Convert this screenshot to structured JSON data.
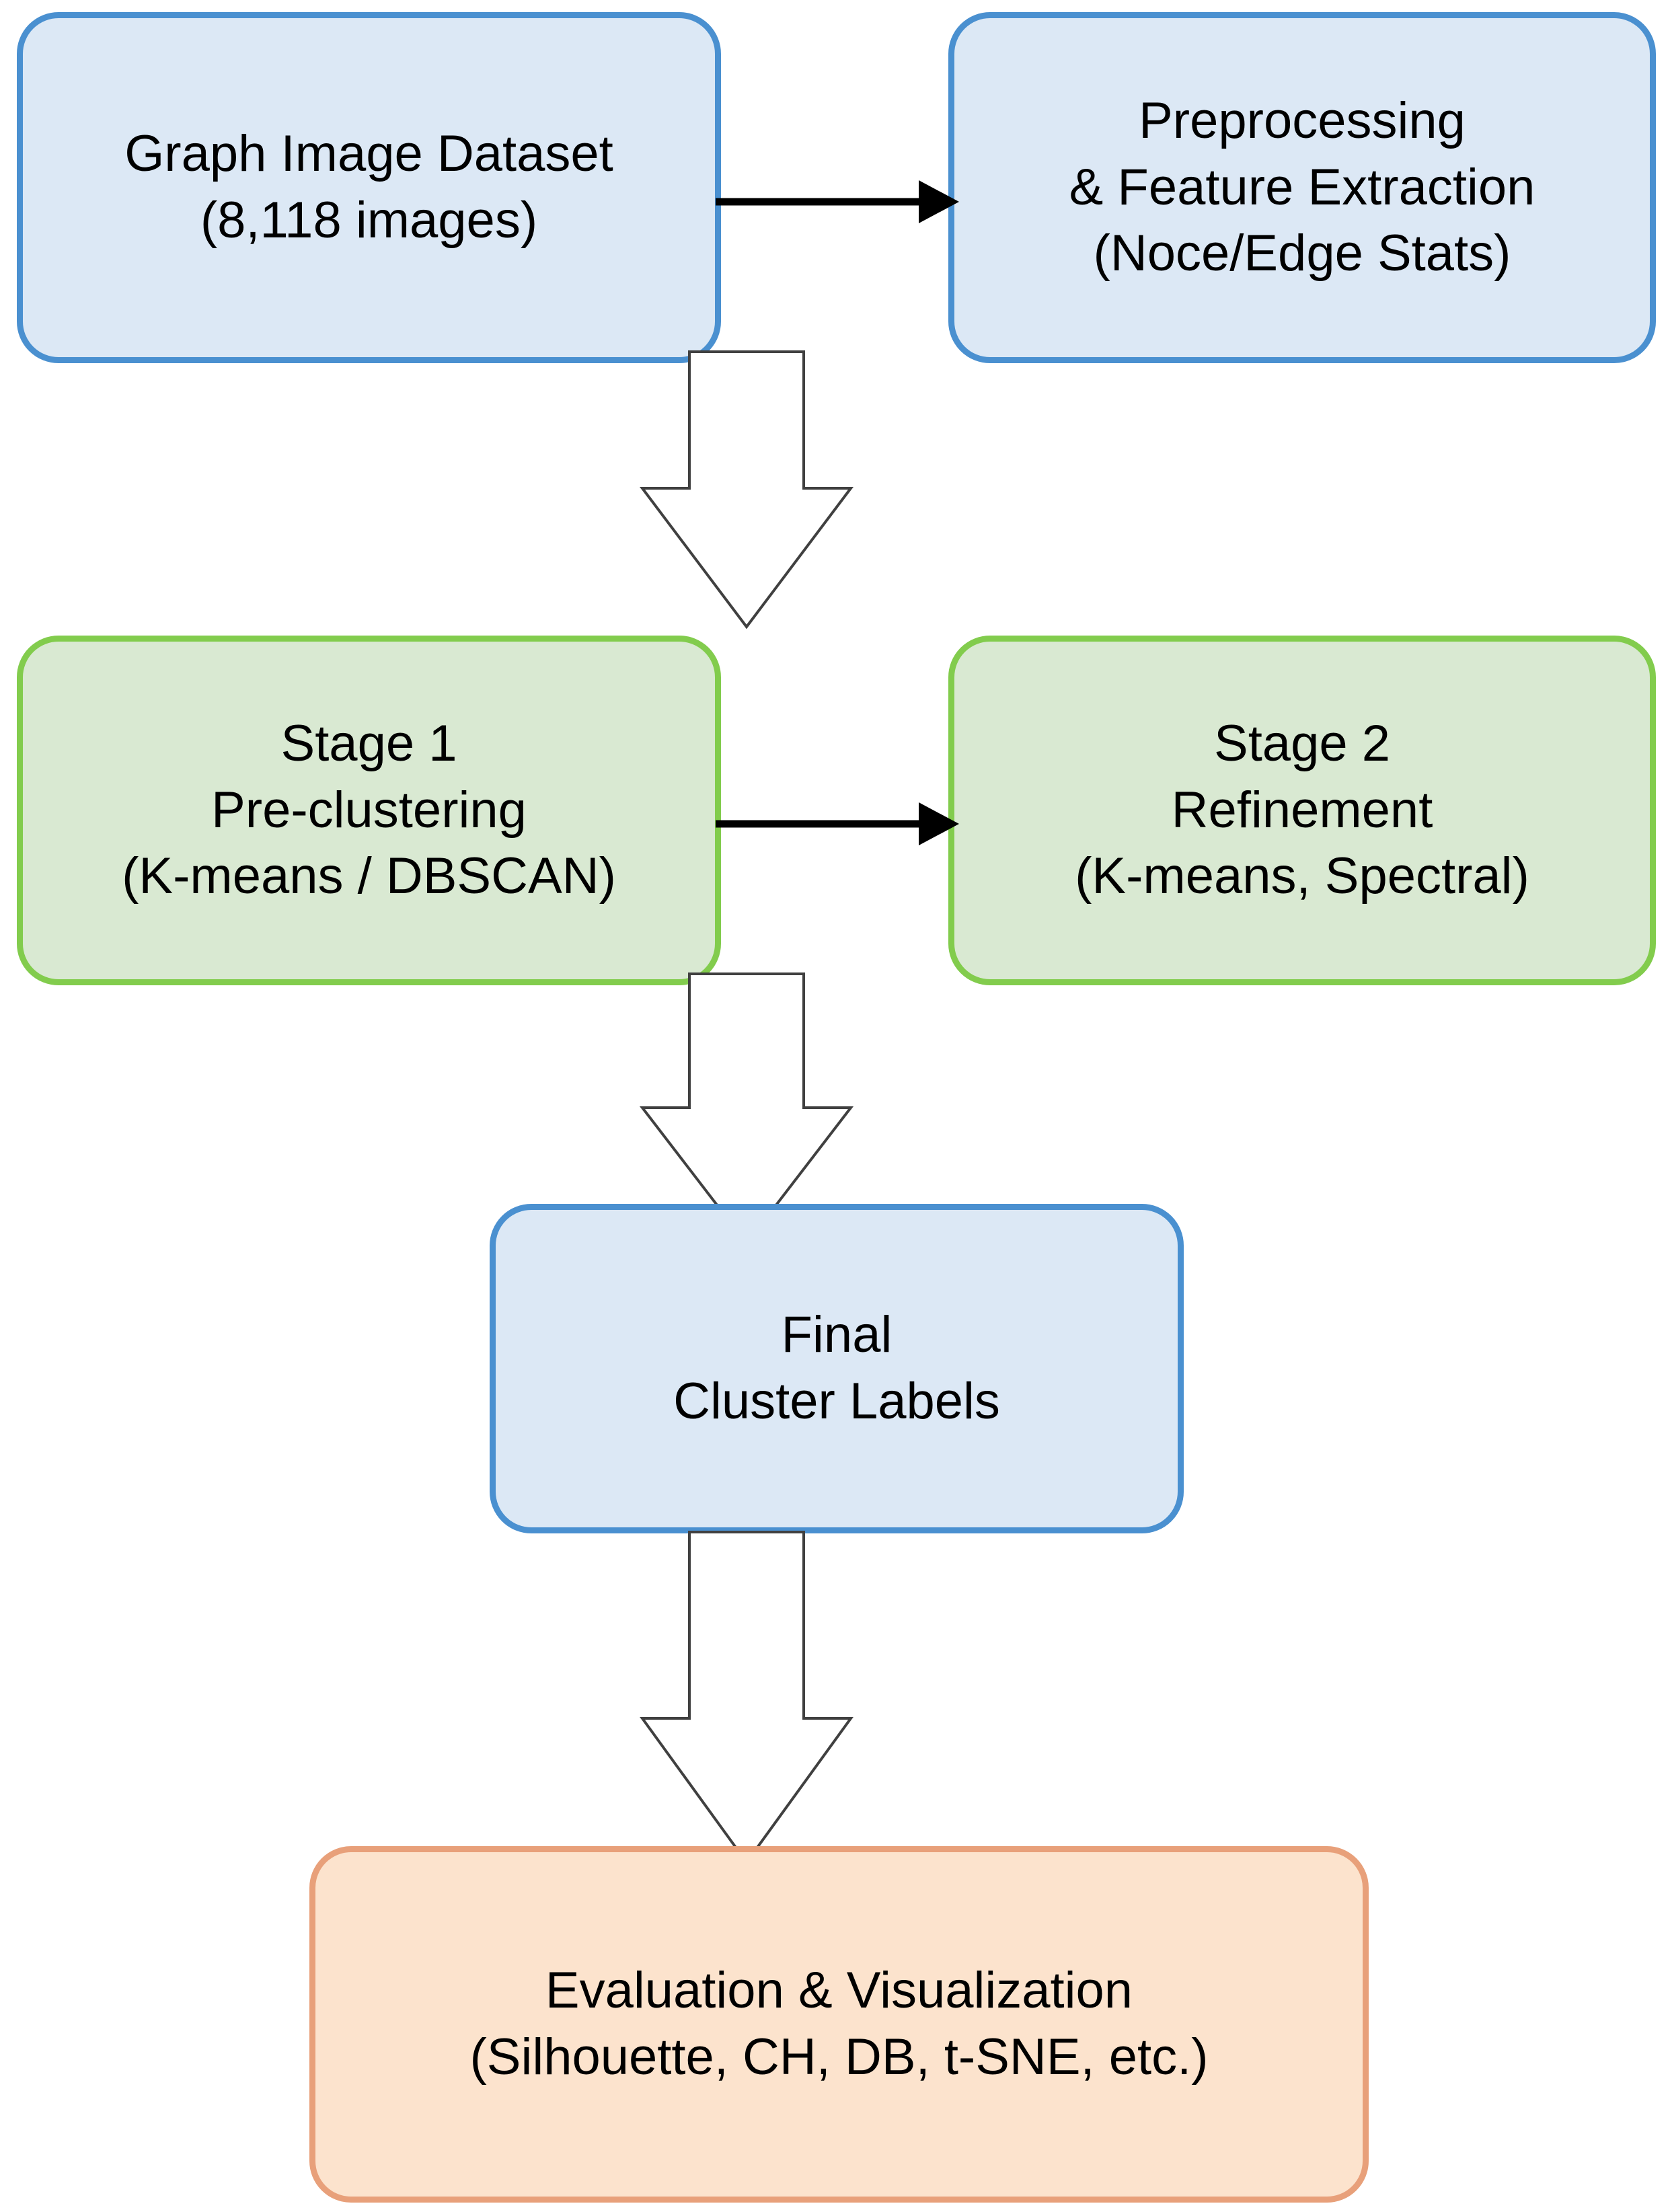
{
  "diagram": {
    "title": "Two-Stage Graph Image Clustering Pipeline",
    "background": "#ffffff",
    "colors": {
      "blue_fill": "#dce8f5",
      "blue_border": "#4a90d0",
      "green_fill": "#d9e9d2",
      "green_border": "#82cc4d",
      "orange_fill": "#fce3cd",
      "orange_border": "#e8a07a",
      "arrow_stroke": "#404040",
      "connector_stroke": "#000000",
      "text": "#000000"
    },
    "nodes": [
      {
        "id": "dataset",
        "label": "Graph Image Dataset\n(8,118 images)",
        "style": "blue"
      },
      {
        "id": "preprocessing",
        "label": "Preprocessing\n& Feature Extraction\n(Noce/Edge Stats)",
        "style": "blue"
      },
      {
        "id": "stage1",
        "label": "Stage 1\nPre-clustering\n(K-means / DBSCAN)",
        "style": "green"
      },
      {
        "id": "stage2",
        "label": "Stage 2\nRefinement\n(K-means, Spectral)",
        "style": "green"
      },
      {
        "id": "final",
        "label": "Final\nCluster Labels",
        "style": "blue"
      },
      {
        "id": "evaluation",
        "label": "Evaluation & Visualization\n(Silhouette, CH, DB, t-SNE, etc.)",
        "style": "orange"
      }
    ],
    "edges": [
      {
        "id": "e1",
        "from": "dataset",
        "to": "preprocessing",
        "kind": "line-arrow-right"
      },
      {
        "id": "e2",
        "from": "preprocessing",
        "to": "stage1",
        "kind": "block-arrow-down"
      },
      {
        "id": "e3",
        "from": "stage1",
        "to": "stage2",
        "kind": "line-arrow-right"
      },
      {
        "id": "e4",
        "from": "stage2",
        "to": "final",
        "kind": "block-arrow-down"
      },
      {
        "id": "e5",
        "from": "final",
        "to": "evaluation",
        "kind": "block-arrow-down"
      }
    ]
  }
}
